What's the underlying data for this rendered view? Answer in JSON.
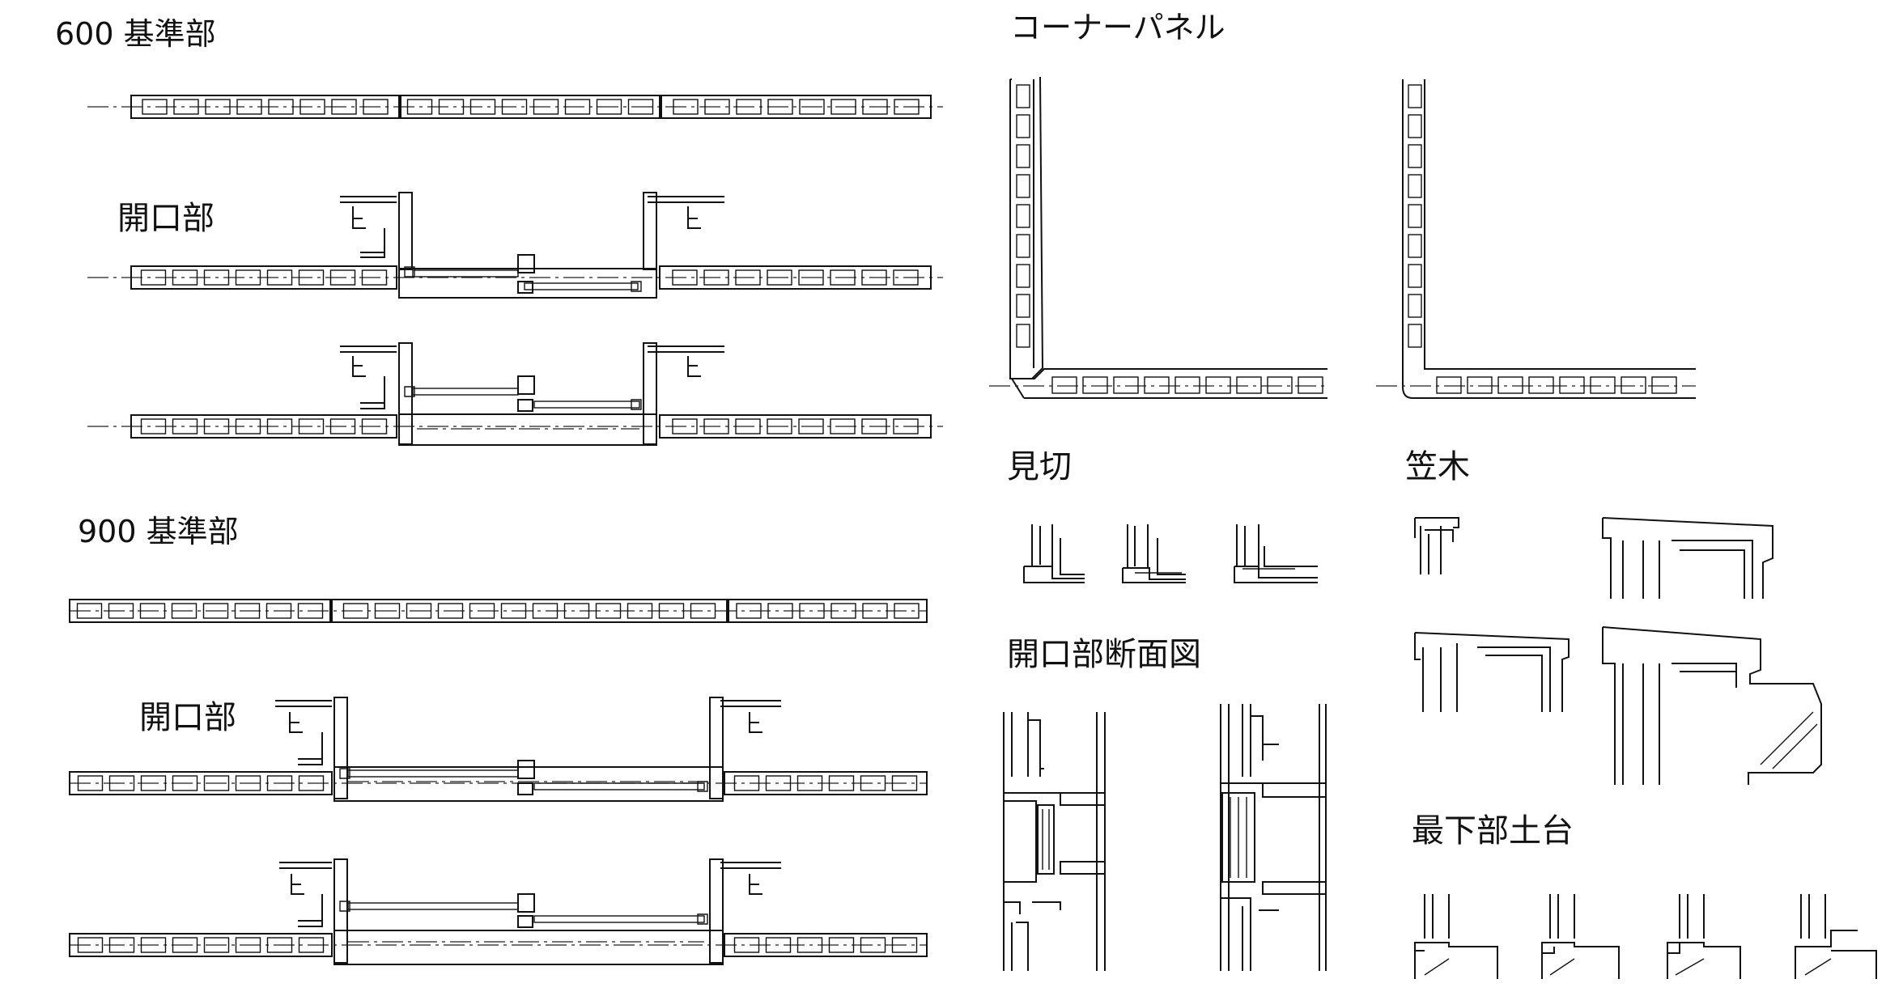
{
  "labels": {
    "std600": "600 基準部",
    "opening600": "開口部",
    "std900": "900 基準部",
    "opening900": "開口部",
    "corner": "コーナーパネル",
    "mikiri": "見切",
    "kasagi": "笠木",
    "opening_section": "開口部断面図",
    "base": "最下部土台"
  },
  "colors": {
    "line": "#111111",
    "background": "#ffffff"
  }
}
